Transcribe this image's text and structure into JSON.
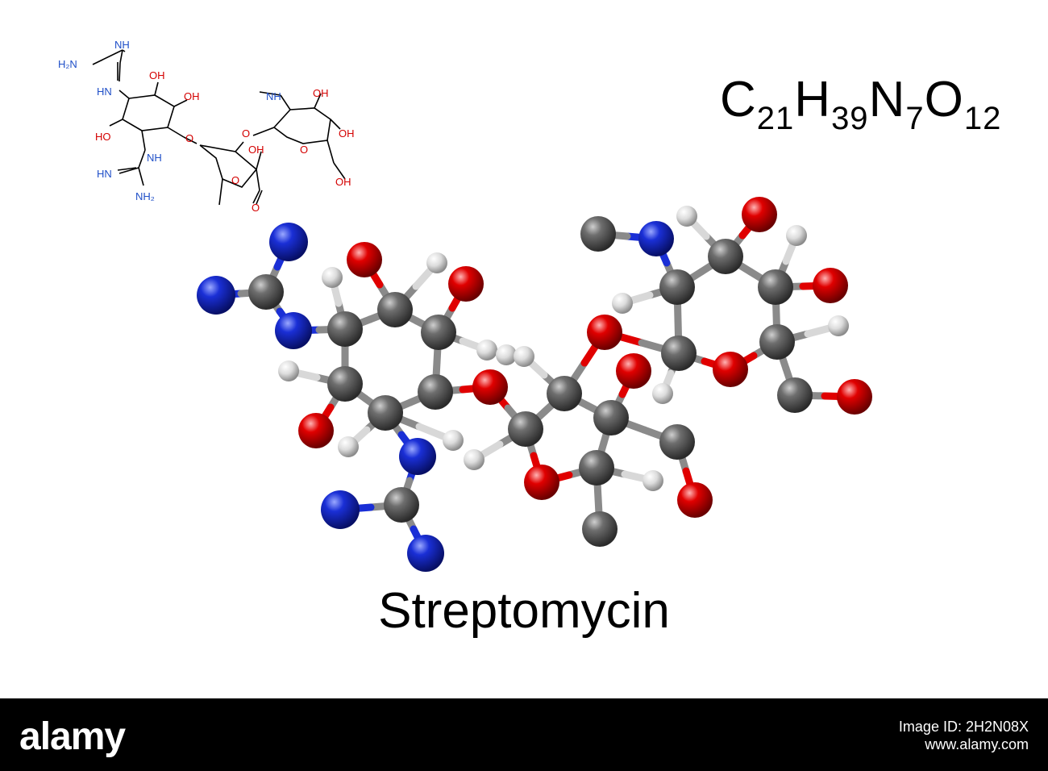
{
  "molecule": {
    "name": "Streptomycin",
    "formula": [
      {
        "el": "C",
        "n": "21"
      },
      {
        "el": "H",
        "n": "39"
      },
      {
        "el": "N",
        "n": "7"
      },
      {
        "el": "O",
        "n": "12"
      }
    ]
  },
  "skeletal_labels": {
    "h2n_top": "H₂N",
    "nh_top": "NH",
    "hn_left": "HN",
    "ho_left": "HO",
    "oh_1": "OH",
    "oh_2": "OH",
    "o_link1": "O",
    "o_link2": "O",
    "nh_guan2": "NH",
    "hn_guan2": "HN",
    "nh2_guan2": "NH₂",
    "oh_3": "OH",
    "o_ring1": "O",
    "o_ald": "O",
    "nh_methyl": "NH",
    "oh_4": "OH",
    "oh_5": "OH",
    "o_ring2": "O",
    "oh_6": "OH"
  },
  "atom_colors": {
    "C": "#5a5a5a",
    "H": "#e8e8e8",
    "N": "#1a2fd6",
    "O": "#e00000"
  },
  "label_colors": {
    "N": "#1f4fc8",
    "O": "#d40000"
  },
  "footer": {
    "logo": "alamy",
    "image_id": "Image ID: 2H2N08X",
    "site": "www.alamy.com"
  }
}
